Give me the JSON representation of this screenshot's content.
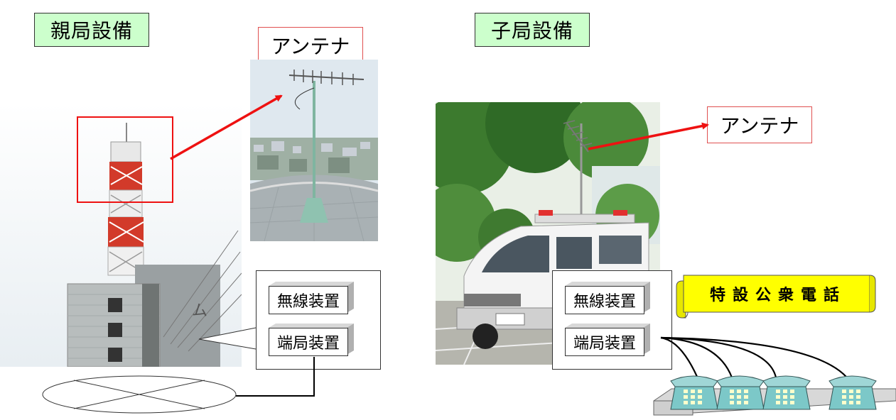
{
  "parent_station": {
    "title": "親局設備",
    "antenna_label": "アンテナ",
    "radio_device": "無線装置",
    "terminal_device": "端局装置"
  },
  "child_station": {
    "title": "子局設備",
    "antenna_label": "アンテナ",
    "radio_device": "無線装置",
    "terminal_device": "端局装置",
    "special_phone_banner": "特設公衆電話"
  },
  "colors": {
    "title_bg": "#ccffcc",
    "arrow_red": "#ee1111",
    "banner_yellow": "#ffff00",
    "phone_teal": "#7cc8c8",
    "device_side": "#b0b0b0"
  }
}
